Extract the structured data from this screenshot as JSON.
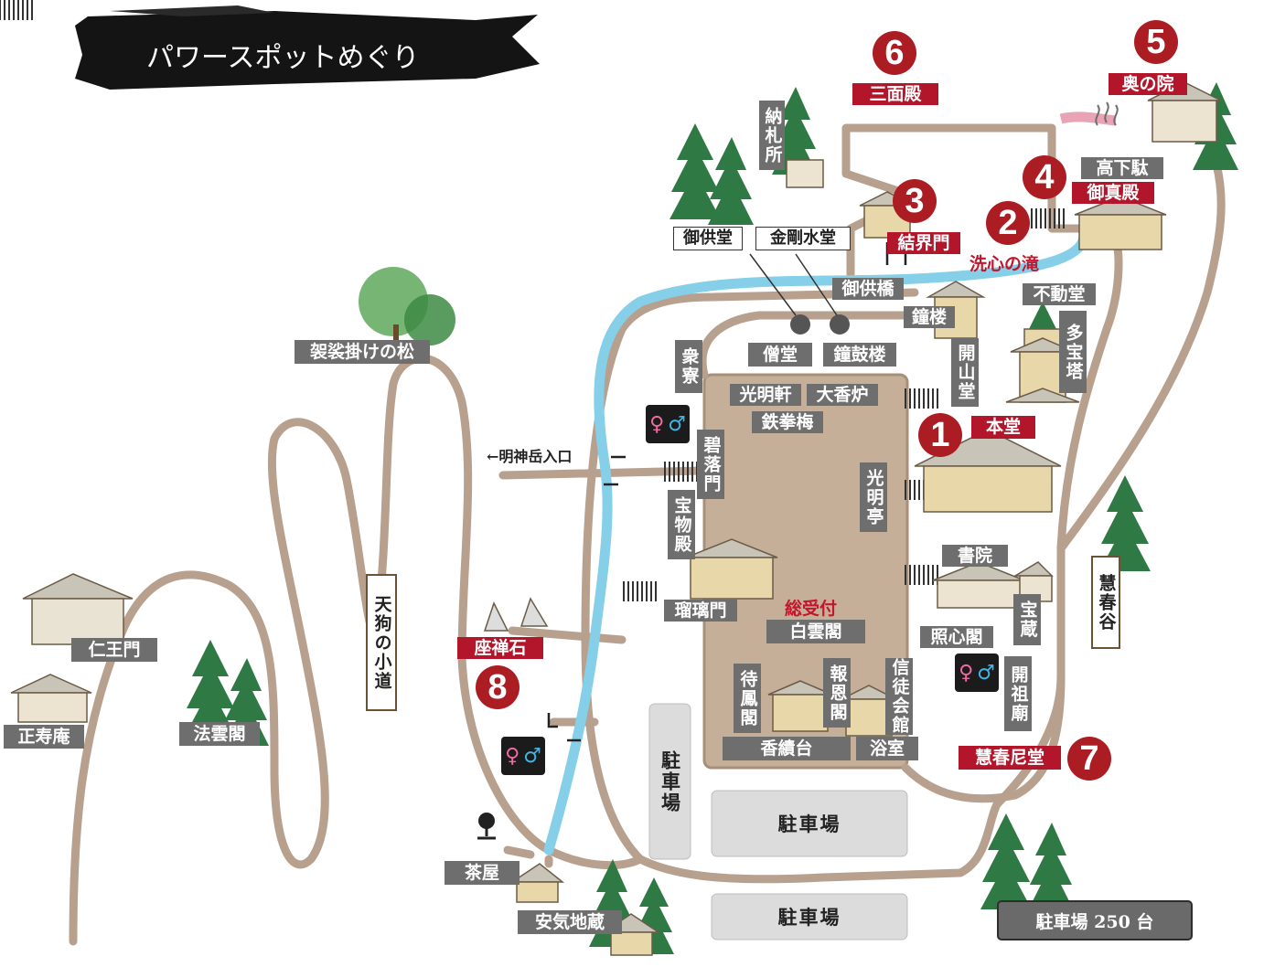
{
  "title": "パワースポットめぐり",
  "colors": {
    "path": "#b49d8c",
    "stream": "#7bcbe6",
    "ground": "#c5ae97",
    "red": "#b3162b",
    "gray": "#6e6e6e"
  },
  "spots": {
    "s1": {
      "num": "1",
      "label": "本堂"
    },
    "s2": {
      "num": "2",
      "label": "洗心の滝"
    },
    "s3": {
      "num": "3",
      "label": "結界門"
    },
    "s4": {
      "num": "4",
      "label": "御真殿"
    },
    "s5": {
      "num": "5",
      "label": "奥の院"
    },
    "s6": {
      "num": "6",
      "label": "三面殿"
    },
    "s7": {
      "num": "7",
      "label": "慧春尼堂"
    },
    "s8": {
      "num": "8",
      "label": "座禅石"
    }
  },
  "labels": {
    "kogeta": "高下駄",
    "fudodo": "不動堂",
    "tahoto": "多宝塔",
    "kaisando": "開山堂",
    "shoro": "鐘楼",
    "gokyobashi": "御供橋",
    "gokyodo": "御供堂",
    "kongosuido": "金剛水堂",
    "nosatsujo": "納札所",
    "sodo": "僧堂",
    "shokoro": "鐘鼓楼",
    "shuryo": "衆寮",
    "komyoken": "光明軒",
    "daikoro": "大香炉",
    "tekkenbai": "鉄拳梅",
    "hekirakumon": "碧落門",
    "hōmotsuden": "宝物殿",
    "rurimon": "瑠璃門",
    "komyotei": "光明亭",
    "shoin": "書院",
    "hozo": "宝蔵",
    "shoshinkaku": "照心閣",
    "kaisobyo": "開祖廟",
    "eshundani": "慧春谷",
    "sou_uketsuke": "総受付",
    "hakuunkaku": "白雲閣",
    "taihokaku": "待鳳閣",
    "hoonkaku": "報恩閣",
    "shintokaikan": "信徒会館",
    "kozokudai": "香績台",
    "yokushitsu": "浴室",
    "myojin_entrance": "←明神岳入口",
    "kesakake": "袈裟掛けの松",
    "tengu": "天狗の小道",
    "niomon": "仁王門",
    "shojuan": "正寿庵",
    "houunkaku": "法雲閣",
    "chaya": "茶屋",
    "anki_jizo": "安気地蔵"
  },
  "parking": {
    "p_vertical": "駐車場",
    "p_main": "駐車場",
    "p_bottom": "駐車場",
    "p_250": "駐車場 250 台"
  },
  "icons": [
    "toilet-icon",
    "tea-house-sign-icon",
    "tree-icon",
    "building-icon",
    "waterfall-icon",
    "brush-banner-icon"
  ]
}
